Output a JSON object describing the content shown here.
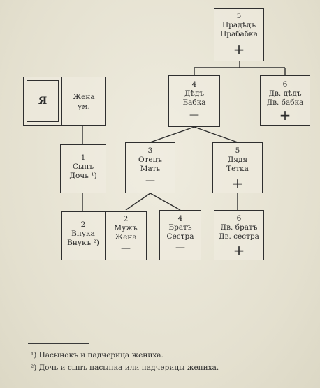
{
  "nodes": {
    "great_grandparents": {
      "num": "5",
      "line1": "Прадѣдъ",
      "line2": "Прабабка",
      "sign": "+"
    },
    "grandparents": {
      "num": "4",
      "line1": "Дѣдъ",
      "line2": "Бабка",
      "sign": "—"
    },
    "great_uncle": {
      "num": "6",
      "line1": "Дв. дѣдъ",
      "line2": "Дв. бабка",
      "sign": "+"
    },
    "self": {
      "label": "Я",
      "spouse_line1": "Жена",
      "spouse_line2": "ум."
    },
    "parents": {
      "num": "3",
      "line1": "Отецъ",
      "line2": "Мать",
      "sign": "—"
    },
    "uncle": {
      "num": "5",
      "line1": "Дядя",
      "line2": "Тетка",
      "sign": "+"
    },
    "children": {
      "num": "1",
      "line1": "Сынъ",
      "line2": "Дочь ¹)"
    },
    "grandchildren": {
      "num": "2",
      "line1": "Внука",
      "line2": "Внукъ ²)"
    },
    "spouse_of_child": {
      "num": "2",
      "line1": "Мужъ",
      "line2": "Жена",
      "sign": "—"
    },
    "siblings": {
      "num": "4",
      "line1": "Братъ",
      "line2": "Сестра",
      "sign": "—"
    },
    "cousins": {
      "num": "6",
      "line1": "Дв. братъ",
      "line2": "Дв. сестра",
      "sign": "+"
    }
  },
  "footnotes": [
    "¹) Пасынокъ и падчерица жениха.",
    "²) Дочь и сынъ пасынка или падчерицы жениха."
  ]
}
